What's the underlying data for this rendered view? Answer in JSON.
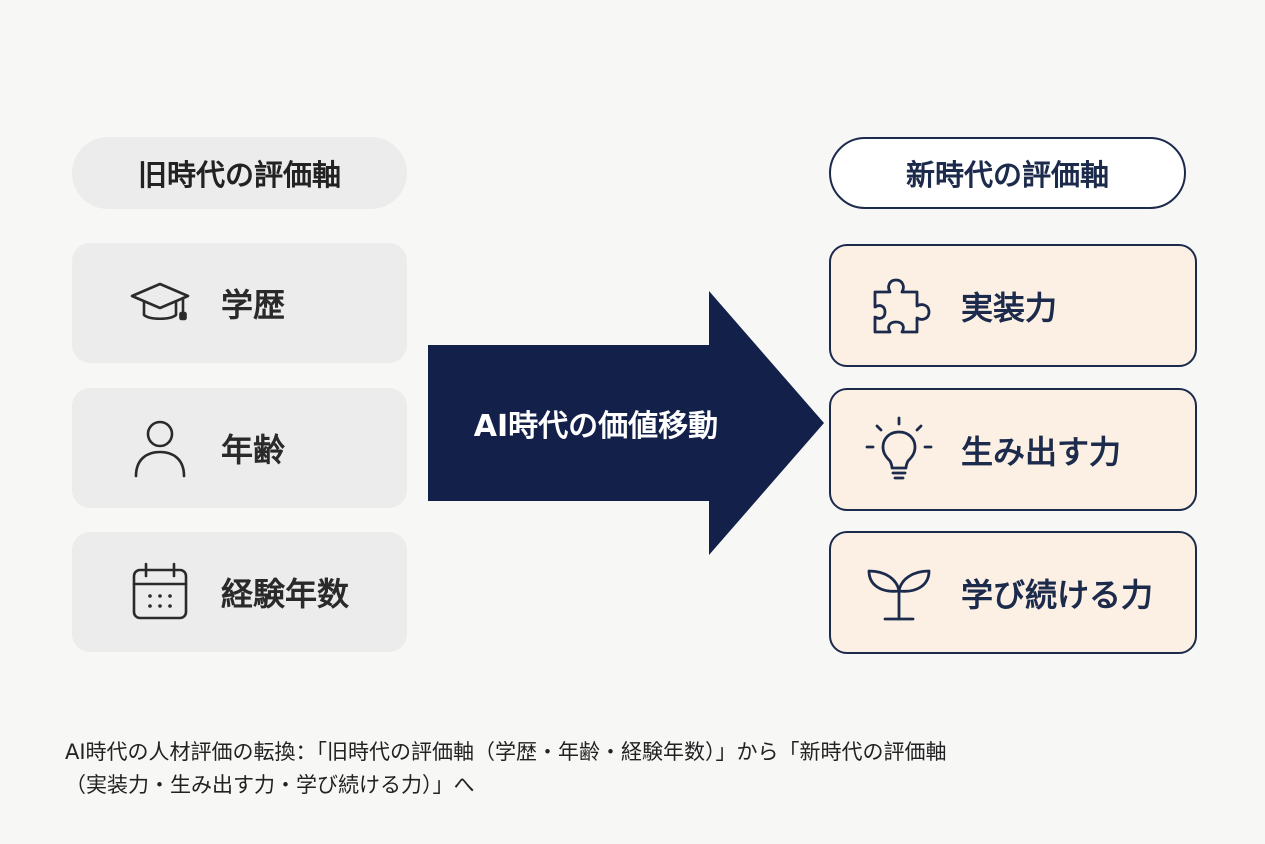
{
  "old_axis": {
    "header": "旧時代の評価軸",
    "items": [
      {
        "label": "学歴",
        "icon": "graduation-cap-icon"
      },
      {
        "label": "年齢",
        "icon": "person-icon"
      },
      {
        "label": "経験年数",
        "icon": "calendar-icon"
      }
    ]
  },
  "arrow": {
    "label": "AI時代の価値移動",
    "color": "#13204a"
  },
  "new_axis": {
    "header": "新時代の評価軸",
    "items": [
      {
        "label": "実装力",
        "icon": "puzzle-piece-icon"
      },
      {
        "label": "生み出す力",
        "icon": "lightbulb-icon"
      },
      {
        "label": "学び続ける力",
        "icon": "sprout-icon"
      }
    ]
  },
  "caption": {
    "line1": "AI時代の人材評価の転換：「旧時代の評価軸（学歴・年齢・経験年数）」から「新時代の評価軸",
    "line2": "（実装力・生み出す力・学び続ける力）」へ"
  },
  "colors": {
    "navy": "#1c2a4b",
    "old_bg": "#ececec",
    "new_bg": "#fbf0e3",
    "page_bg": "#f7f7f6"
  }
}
